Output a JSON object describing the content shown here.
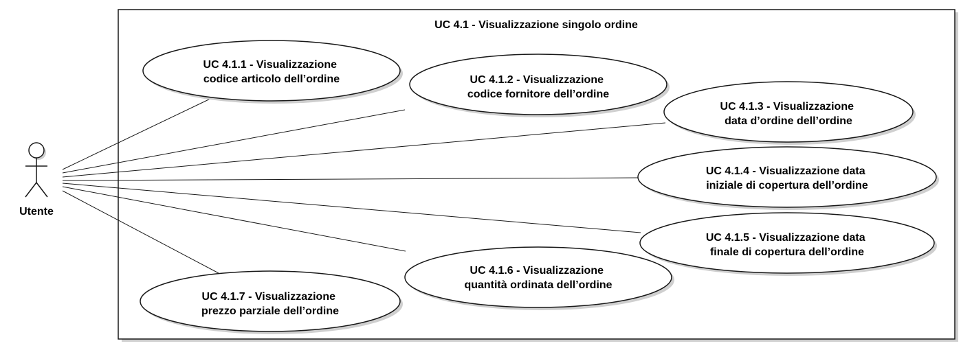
{
  "system_boundary": {
    "title": "UC 4.1 - Visualizzazione singolo ordine"
  },
  "actor": {
    "name": "Utente"
  },
  "use_cases": [
    {
      "id": "uc-4-1-1",
      "lines": [
        "UC 4.1.1 - Visualizzazione",
        "codice articolo dell’ordine"
      ]
    },
    {
      "id": "uc-4-1-2",
      "lines": [
        "UC 4.1.2 - Visualizzazione",
        "codice fornitore dell’ordine"
      ]
    },
    {
      "id": "uc-4-1-3",
      "lines": [
        "UC 4.1.3 - Visualizzazione",
        "data d’ordine dell’ordine"
      ]
    },
    {
      "id": "uc-4-1-4",
      "lines": [
        "UC 4.1.4 - Visualizzazione data",
        "iniziale di copertura dell’ordine"
      ]
    },
    {
      "id": "uc-4-1-5",
      "lines": [
        "UC 4.1.5 - Visualizzazione data",
        "finale di copertura dell’ordine"
      ]
    },
    {
      "id": "uc-4-1-6",
      "lines": [
        "UC 4.1.6 - Visualizzazione",
        "quantità ordinata dell’ordine"
      ]
    },
    {
      "id": "uc-4-1-7",
      "lines": [
        "UC 4.1.7 - Visualizzazione",
        "prezzo parziale dell’ordine"
      ]
    }
  ],
  "colors": {
    "stroke": "#181818",
    "fill": "#ffffff",
    "shadow": "#cfcfcf",
    "text": "#000000"
  }
}
